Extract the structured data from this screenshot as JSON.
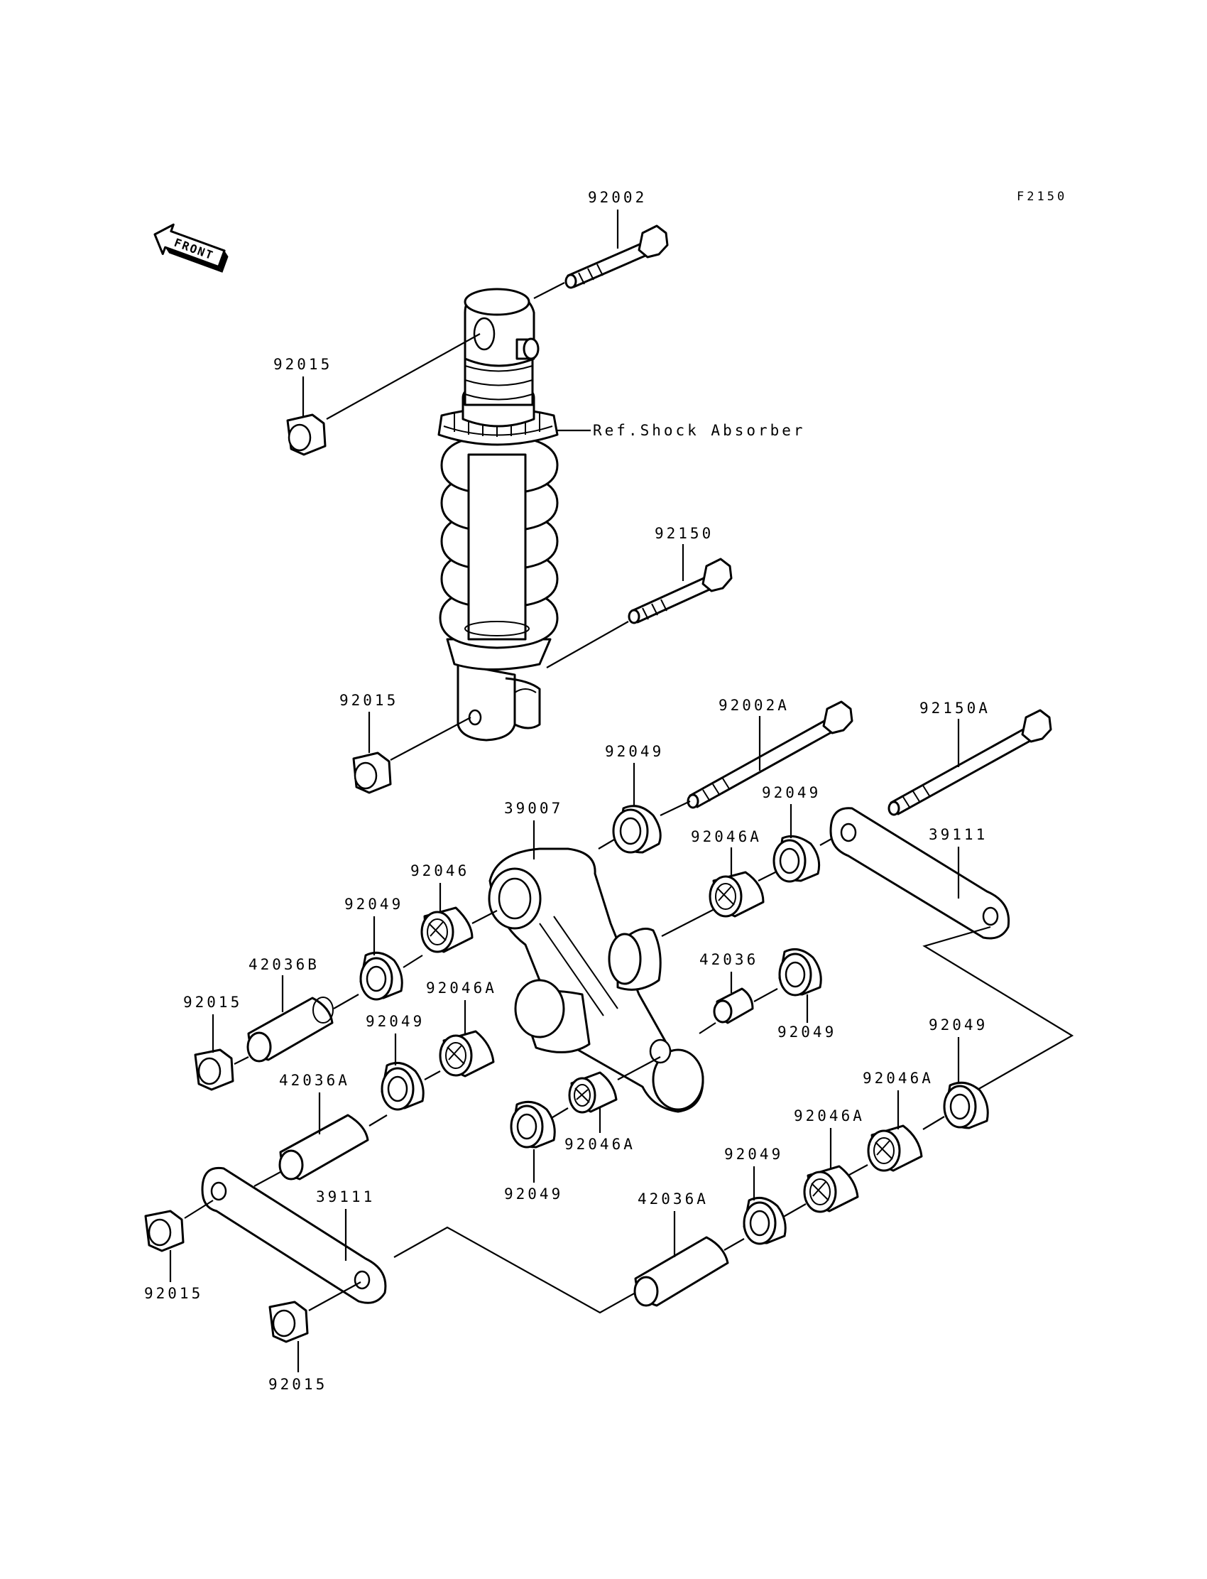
{
  "diagram_code": "F2150",
  "front_label": "FRONT",
  "ref_label": "Ref.Shock Absorber",
  "labels": {
    "bolt_top": "92002",
    "nut_top": "92015",
    "bolt_mid": "92150",
    "nut_shock_bottom": "92015",
    "bolt_long": "92002A",
    "bolt_long_right": "92150A",
    "seal_top": "92049",
    "rocker": "39007",
    "seal_right_upper": "92049",
    "bearing_right_upper": "92046A",
    "tie_rod_right": "39111",
    "bearing_rocker_left": "92046",
    "seal_left_upper": "92049",
    "collar_b": "42036B",
    "nut_left": "92015",
    "bearing_left_mid": "92046A",
    "collar_small": "42036",
    "seal_right_mid": "92049",
    "seal_left_mid": "92049",
    "collar_a_left": "42036A",
    "seal_far_right": "92049",
    "bearing_far_right": "92046A",
    "bearing_right_lower": "92046A",
    "bearing_center_lower": "92046A",
    "seal_center_lower": "92049",
    "seal_right_lower": "92049",
    "tie_rod_left": "39111",
    "collar_a_right": "42036A",
    "nut_bottom_left": "92015",
    "nut_bottom": "92015"
  }
}
